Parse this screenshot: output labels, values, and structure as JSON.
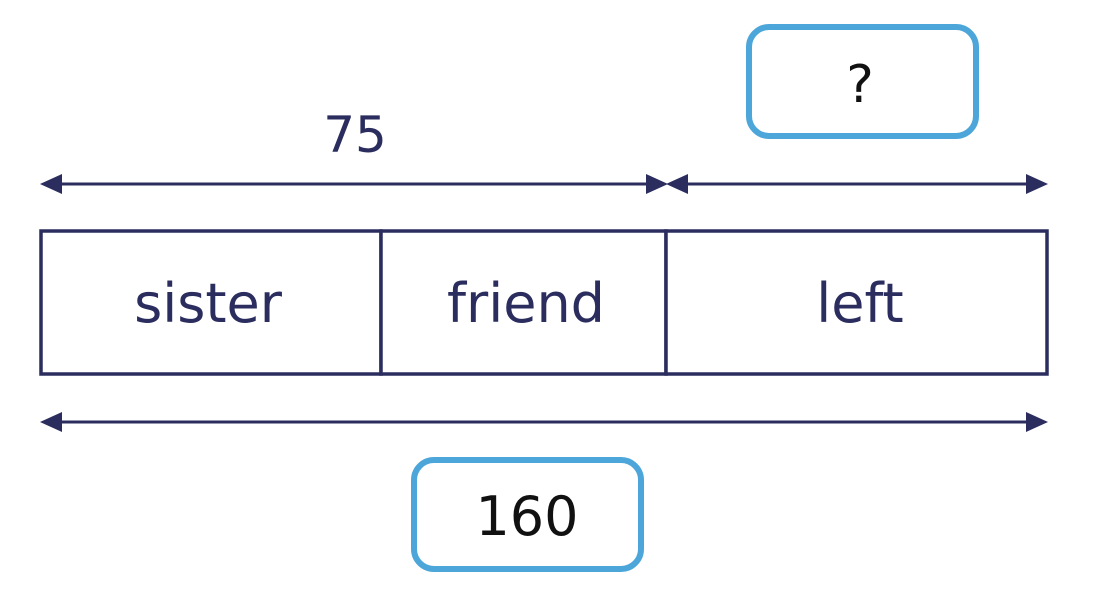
{
  "diagram": {
    "top_label": "75",
    "unknown_box": "?",
    "segments": [
      {
        "label": "sister"
      },
      {
        "label": "friend"
      },
      {
        "label": "left"
      }
    ],
    "total_box": "160"
  },
  "colors": {
    "ink": "#2b2d5e",
    "box_border": "#4da6d9",
    "answer_text": "#111111"
  }
}
